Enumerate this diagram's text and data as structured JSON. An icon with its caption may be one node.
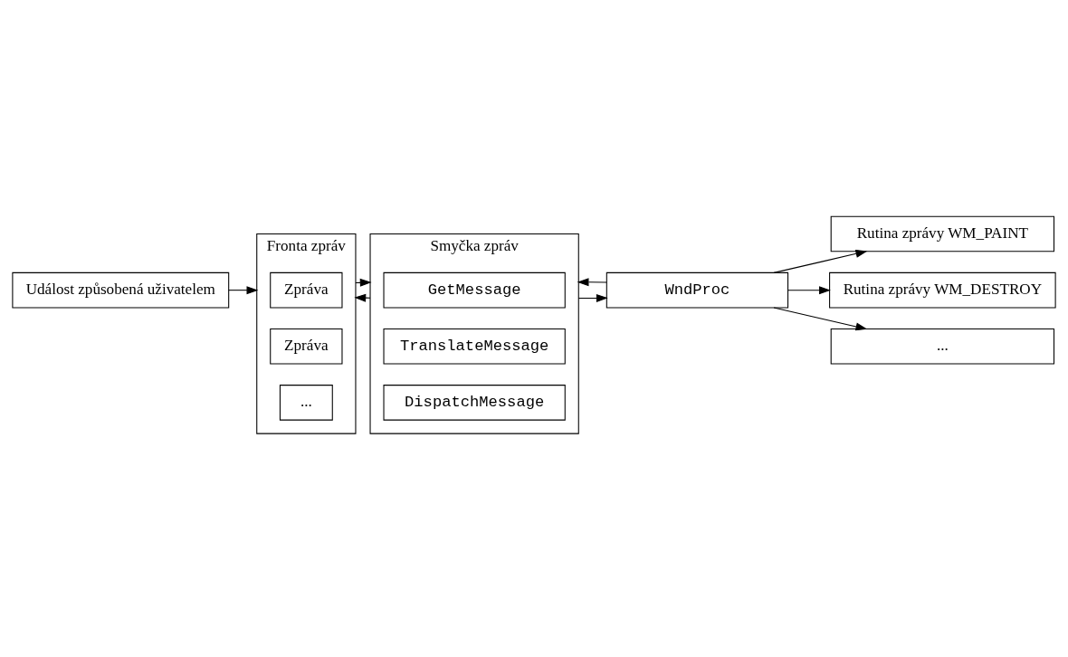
{
  "diagram": {
    "nodes": [
      {
        "text": [
          "Událost způsobená uživatelem"
        ]
      },
      {
        "text": [
          "Fronta zpráv"
        ]
      },
      {
        "text": [
          "Zpráva"
        ],
        "in": 1
      },
      {
        "text": [
          "Zpráva"
        ],
        "in": 1
      },
      {
        "text": [
          "..."
        ],
        "in": 1
      },
      {
        "text": [
          "Smyčka zpráv"
        ]
      },
      {
        "text": [
          "GetMessage"
        ],
        "in": 5
      },
      {
        "text": [
          "TranslateMessage"
        ],
        "in": 5
      },
      {
        "text": [
          "DispatchMessage"
        ],
        "in": 5
      },
      {
        "text": [
          "WndProc"
        ]
      },
      {
        "text": [
          "Rutina zprávy WM_PAINT"
        ]
      },
      {
        "text": [
          "Rutina zprávy WM_DESTROY"
        ]
      },
      {
        "text": [
          "..."
        ]
      }
    ],
    "edges": [
      {
        "from": 0,
        "to": 1,
        "arrow": "to"
      },
      {
        "from": 1,
        "to": 5,
        "arrow": "to"
      },
      {
        "from": 5,
        "to": 1,
        "arrow": "to"
      },
      {
        "from": 5,
        "to": 9,
        "arrow": "to"
      },
      {
        "from": 9,
        "to": 10,
        "arrow": "to"
      },
      {
        "from": 9,
        "to": 11,
        "arrow": "to"
      },
      {
        "from": 9,
        "to": 12,
        "arrow": "to"
      },
      {
        "from": 9,
        "to": 5,
        "arrow": "to"
      }
    ]
  }
}
